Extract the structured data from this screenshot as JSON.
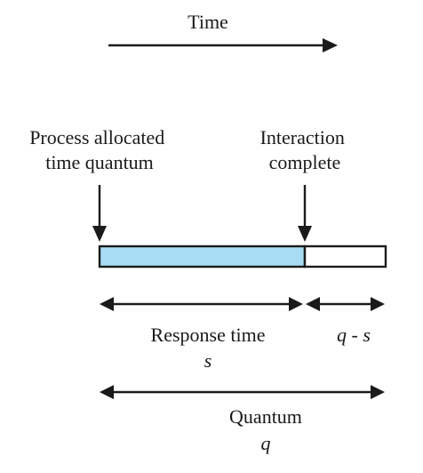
{
  "time_label": "Time",
  "process_allocated": {
    "line1": "Process allocated",
    "line2": "time quantum"
  },
  "interaction_complete": {
    "line1": "Interaction",
    "line2": "complete"
  },
  "response_time": {
    "label": "Response time",
    "symbol": "s"
  },
  "remainder": {
    "label": "q - s"
  },
  "quantum": {
    "label": "Quantum",
    "symbol": "q"
  },
  "colors": {
    "response_fill": "#a8dcf4",
    "remaining_fill": "#ffffff",
    "stroke": "#1a1a1a"
  }
}
